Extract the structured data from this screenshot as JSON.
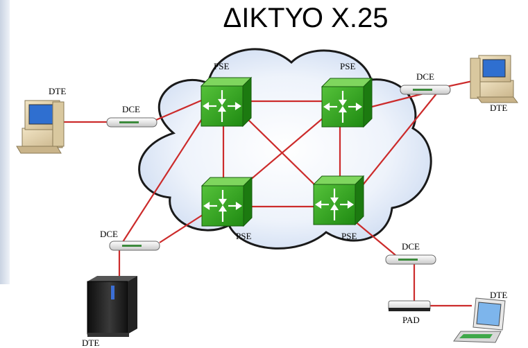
{
  "title": "ΔΙΚΤΥΟ X.25",
  "colors": {
    "link": "#cc2b2b",
    "switch": "#33a51c",
    "cloud_edge": "#1a1a1a"
  },
  "switches": [
    {
      "name": "pse-top-left",
      "label": "PSE"
    },
    {
      "name": "pse-top-right",
      "label": "PSE"
    },
    {
      "name": "pse-bottom-left",
      "label": "PSE"
    },
    {
      "name": "pse-bottom-right",
      "label": "PSE"
    }
  ],
  "dce_units": [
    {
      "name": "dce-left",
      "label": "DCE"
    },
    {
      "name": "dce-top-right",
      "label": "DCE"
    },
    {
      "name": "dce-bottom-left",
      "label": "DCE"
    },
    {
      "name": "dce-bottom-right",
      "label": "DCE"
    }
  ],
  "dte_units": [
    {
      "name": "dte-left",
      "label": "DTE",
      "icon": "desktop-computer-icon"
    },
    {
      "name": "dte-top-right",
      "label": "DTE",
      "icon": "desktop-computer-icon"
    },
    {
      "name": "dte-server",
      "label": "DTE",
      "icon": "server-tower-icon"
    },
    {
      "name": "dte-laptop",
      "label": "DTE",
      "icon": "laptop-icon"
    }
  ],
  "pad": {
    "label": "PAD"
  }
}
